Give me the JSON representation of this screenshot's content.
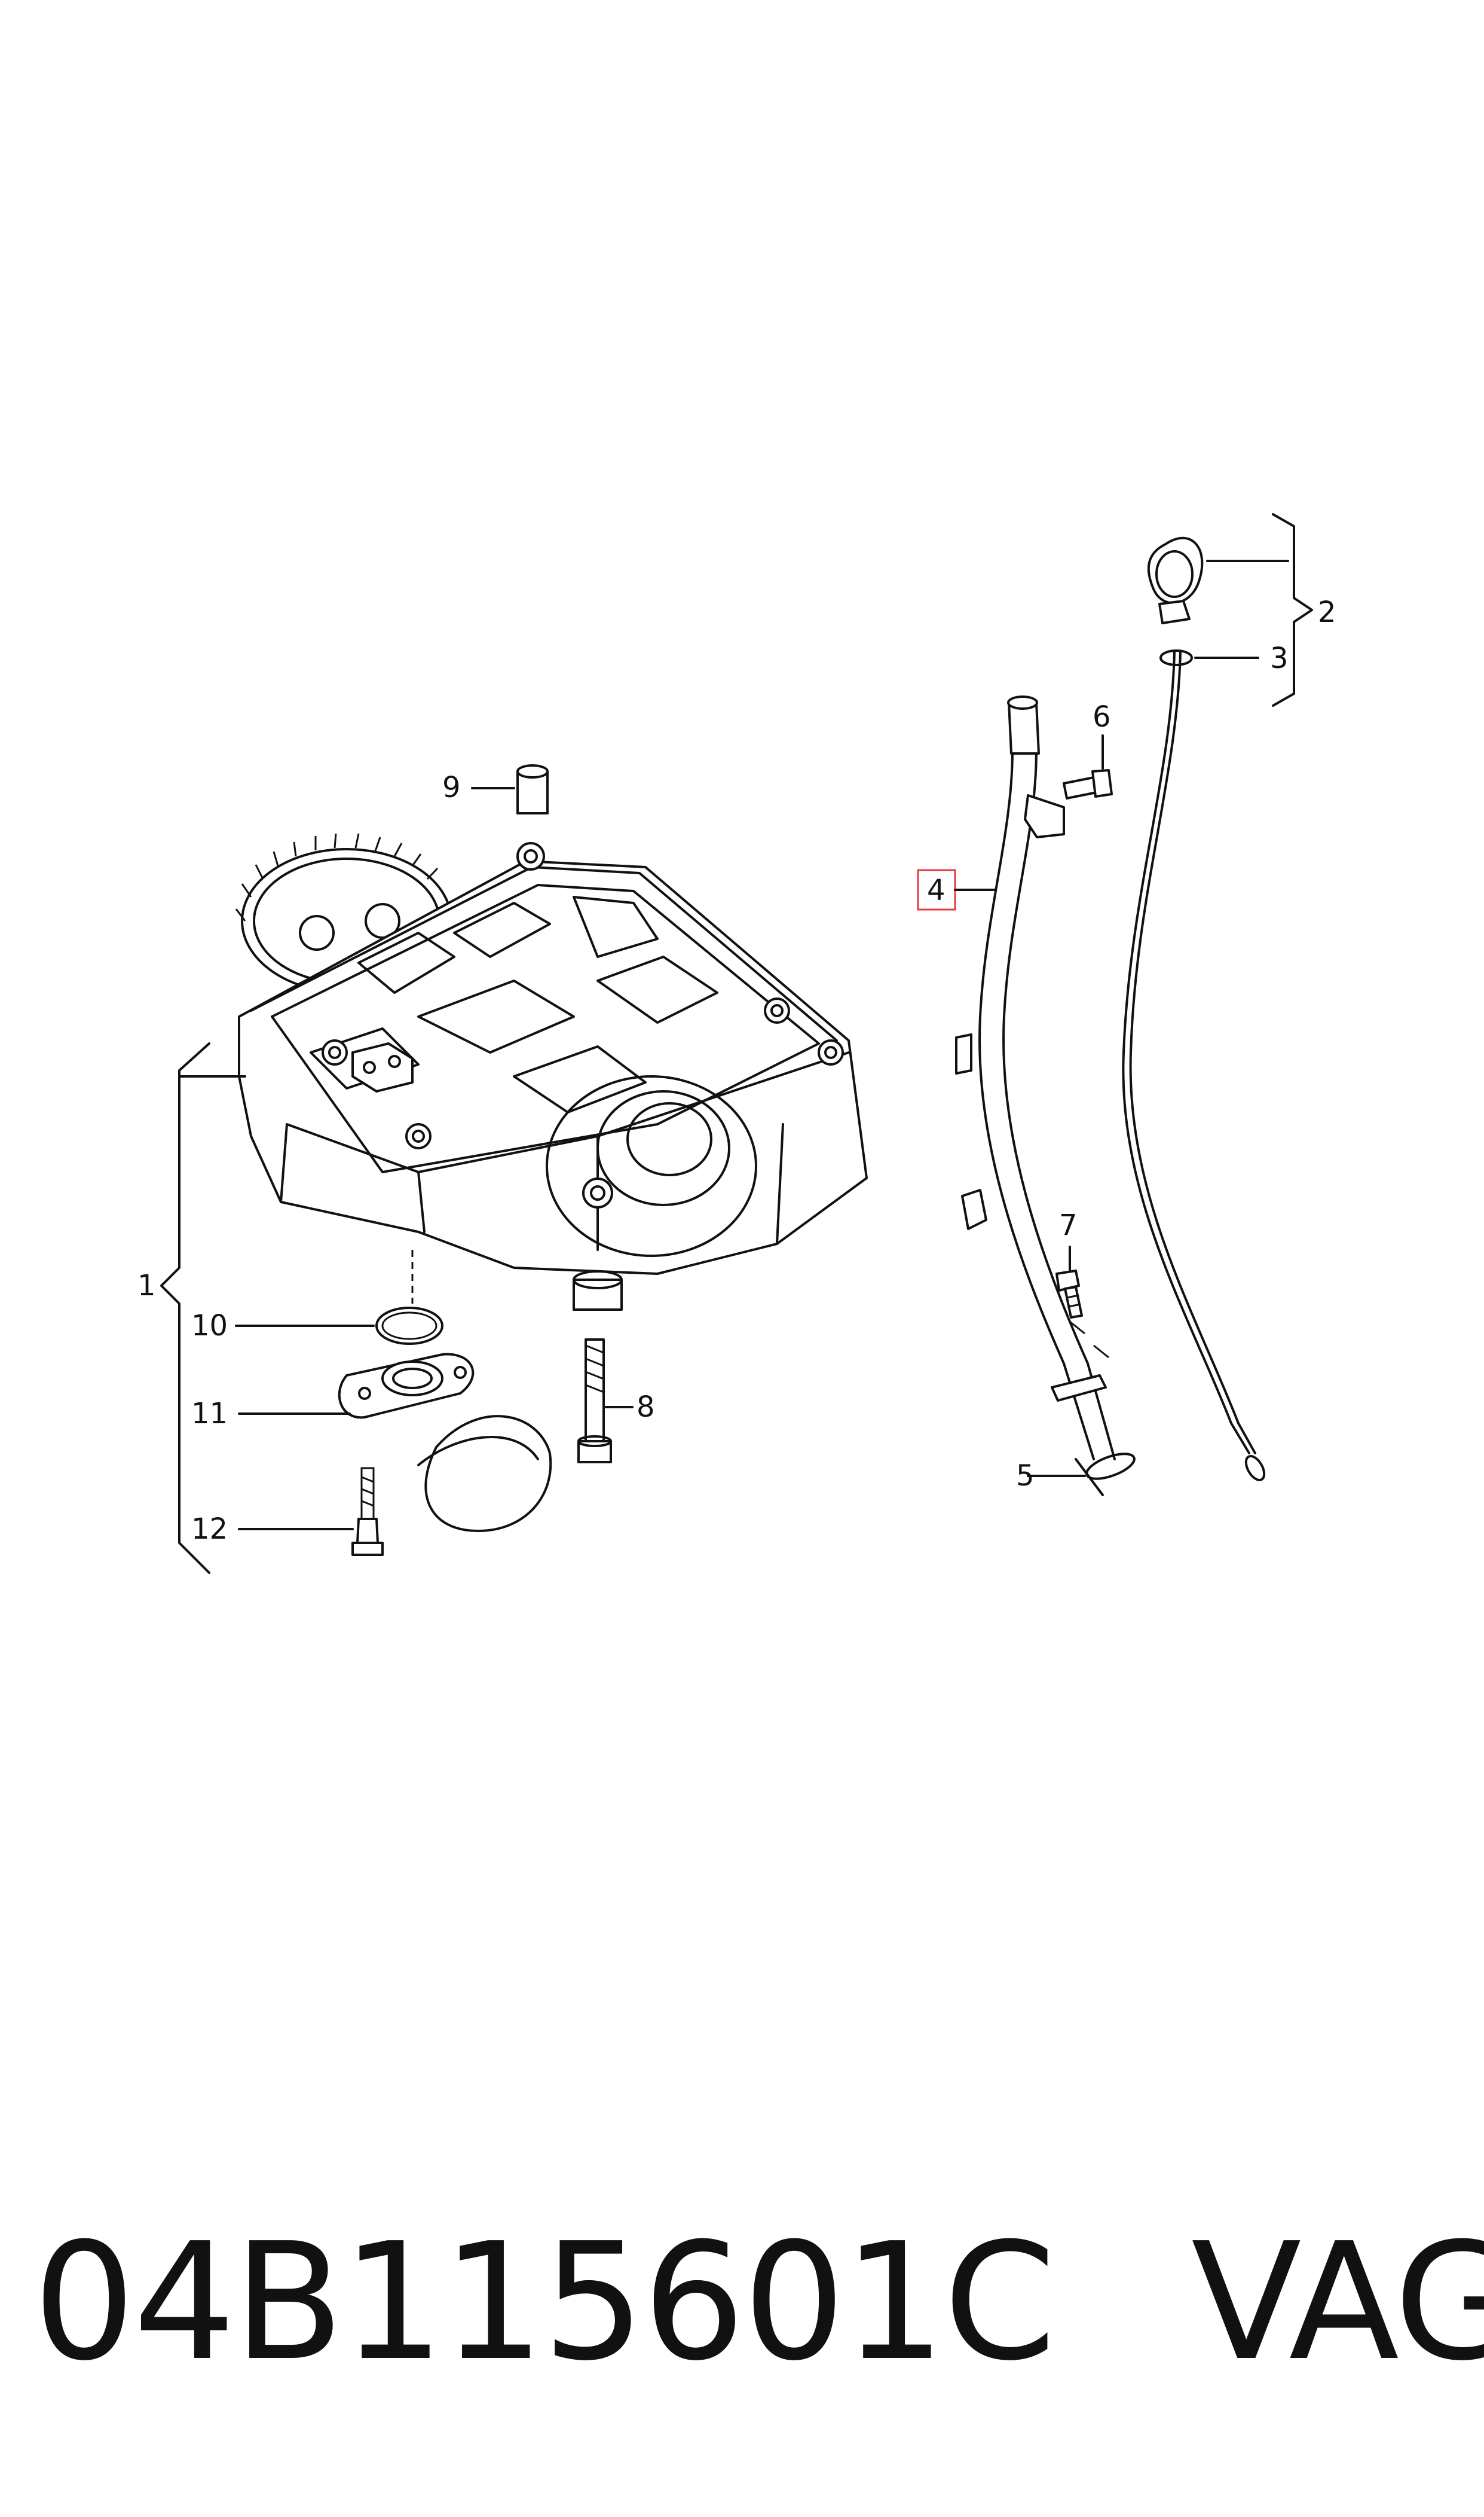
{
  "callouts": {
    "c1": "1",
    "c2": "2",
    "c3": "3",
    "c4": "4",
    "c5": "5",
    "c6": "6",
    "c7": "7",
    "c8": "8",
    "c9": "9",
    "c10": "10",
    "c11": "11",
    "c12": "12"
  },
  "highlighted_callout": "4",
  "highlight_color": "#e53945",
  "footer": {
    "part_number": "04B115601C",
    "brand": "VAG"
  }
}
